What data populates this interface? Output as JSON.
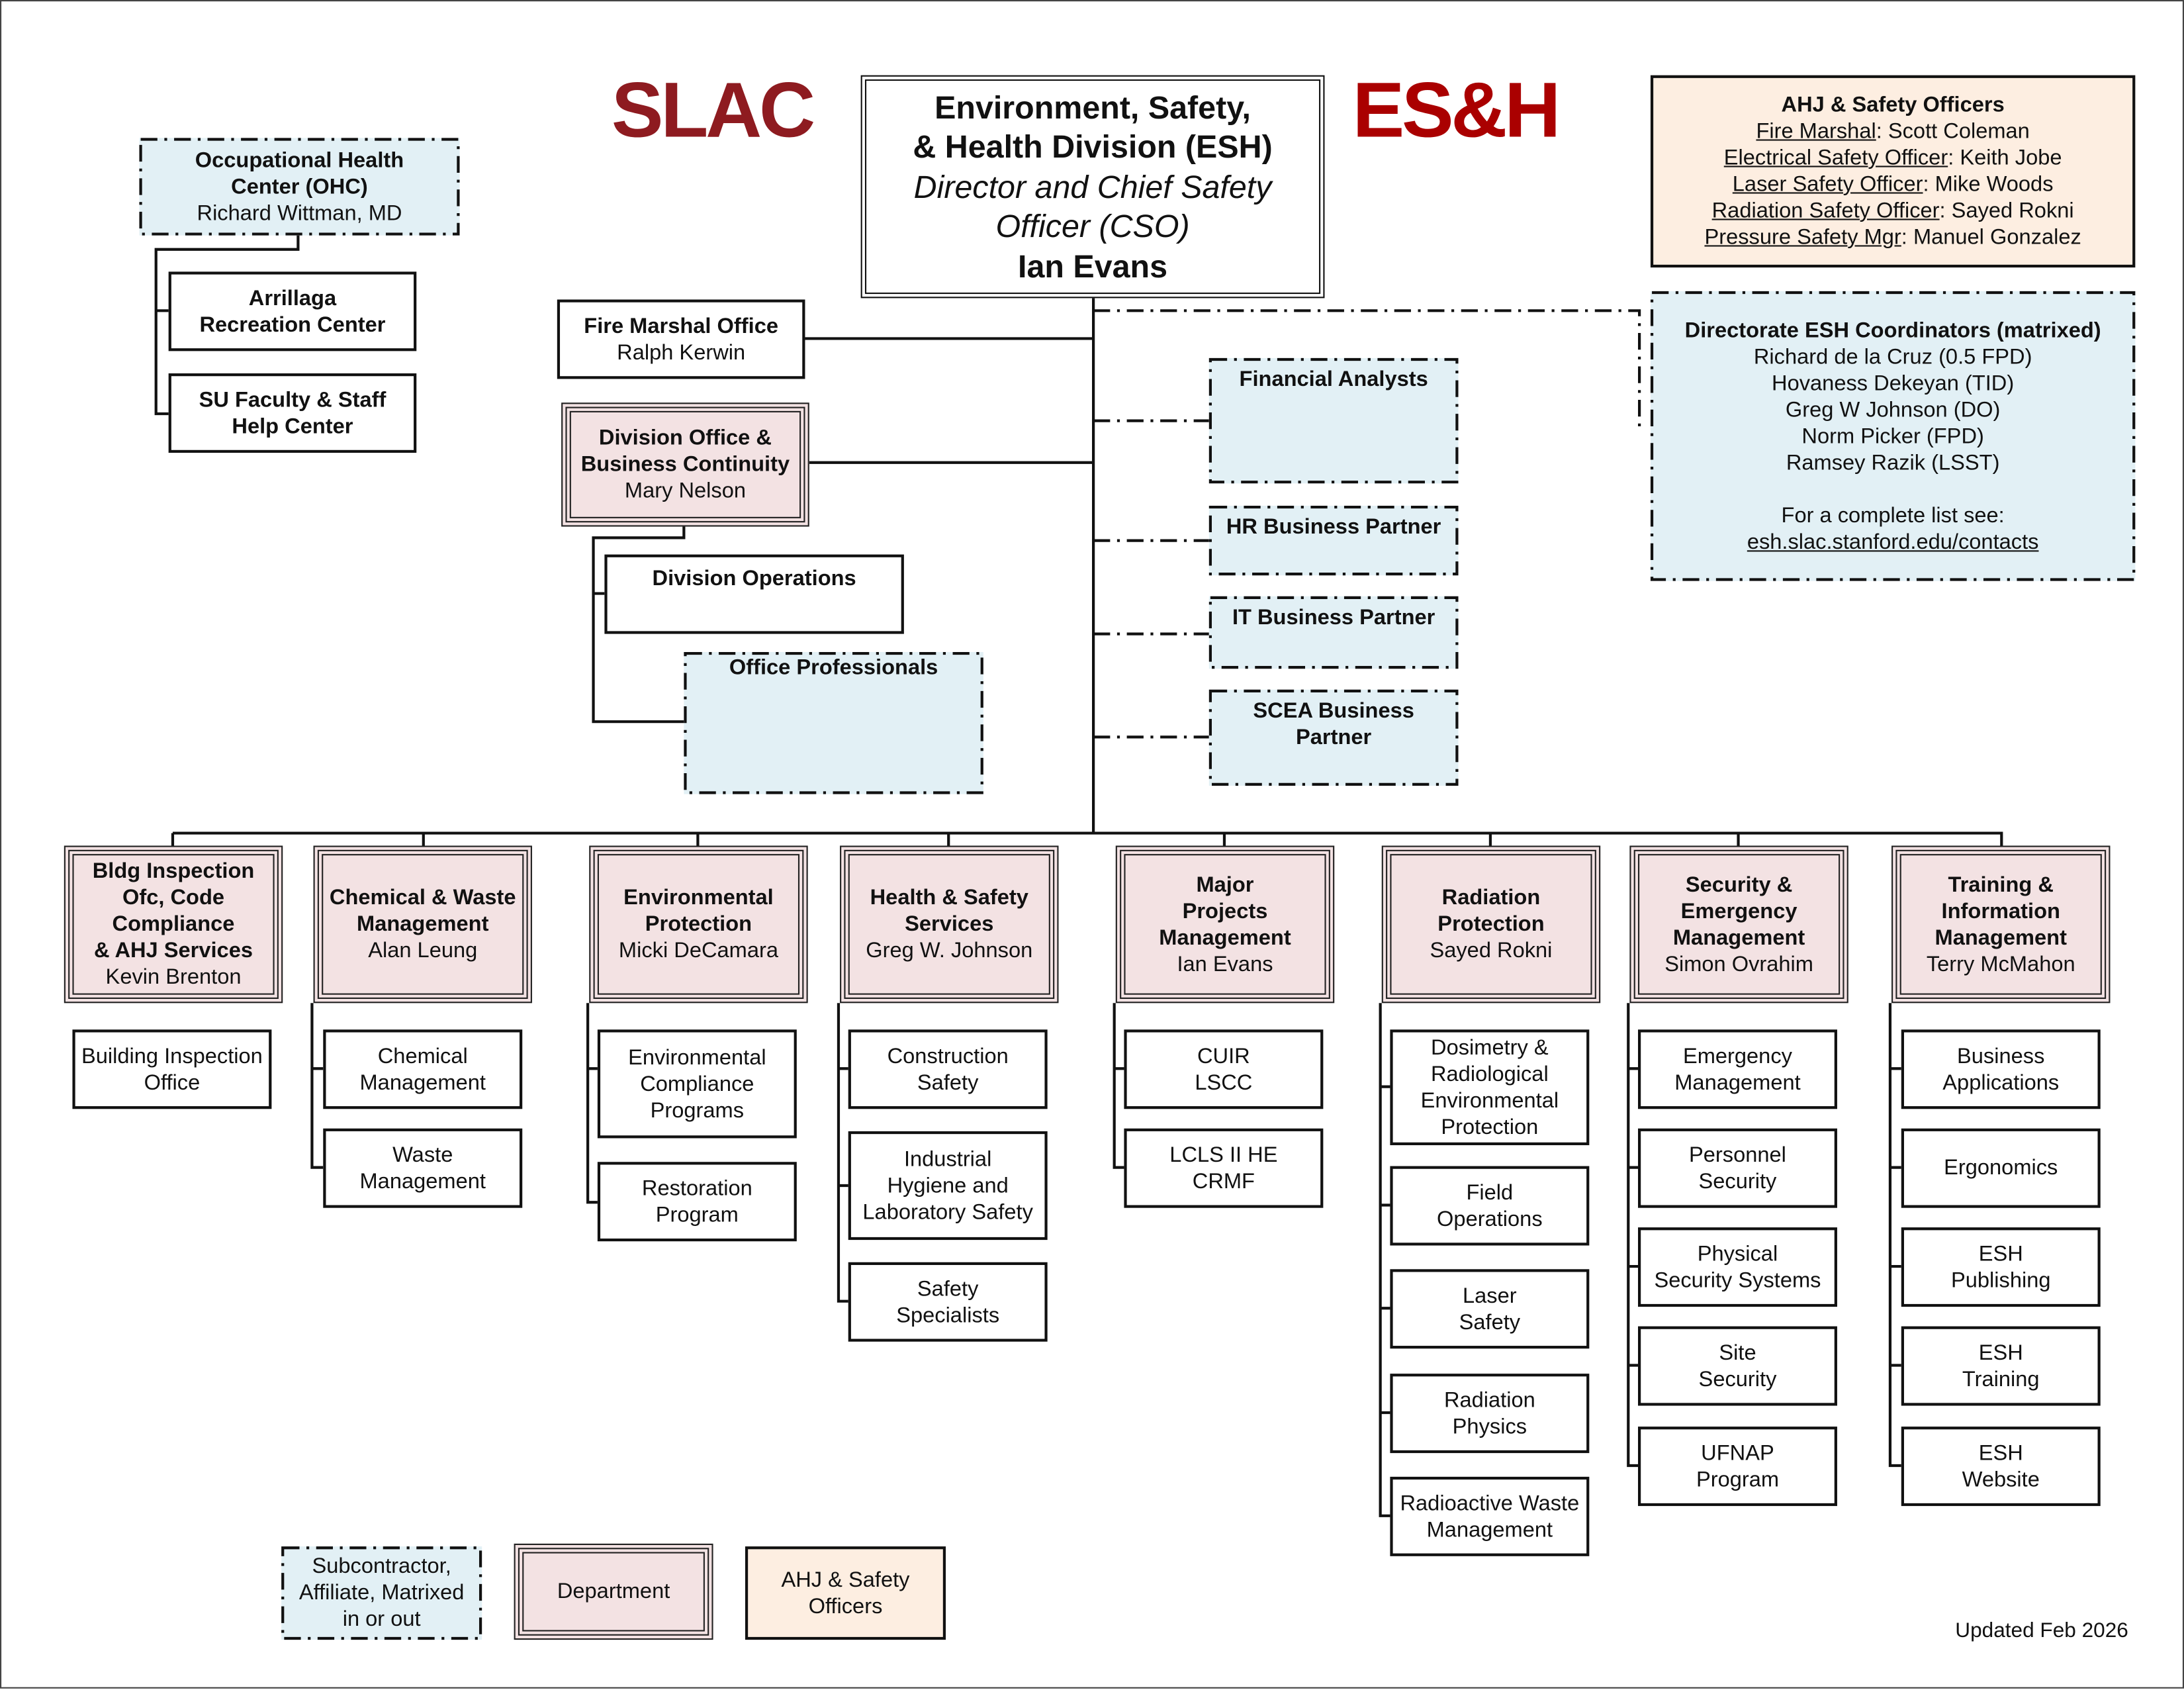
{
  "logos": {
    "slac": "SLAC",
    "esh": "ES&H"
  },
  "director": {
    "line1": "Environment, Safety,\n& Health Division (ESH)",
    "role": "Director and Chief Safety\nOfficer (CSO)",
    "name": "Ian Evans"
  },
  "ohc": {
    "title": "Occupational Health\nCenter (OHC)",
    "name": "Richard Wittman, MD"
  },
  "arrillaga": "Arrillaga\nRecreation Center",
  "su_faculty": "SU Faculty & Staff\nHelp Center",
  "fire_marshal_office": {
    "title": "Fire Marshal Office",
    "name": "Ralph Kerwin"
  },
  "division_office": {
    "title": "Division Office &\nBusiness Continuity",
    "name": "Mary Nelson"
  },
  "division_operations": "Division Operations",
  "office_professionals": "Office Professionals",
  "matrixed": {
    "financial": "Financial Analysts",
    "hr": "HR Business Partner",
    "it": "IT Business Partner",
    "scea": "SCEA Business\nPartner"
  },
  "ahj": {
    "title": "AHJ & Safety Officers",
    "rows": [
      {
        "role": "Fire Marshal",
        "name": ": Scott Coleman"
      },
      {
        "role": "Electrical Safety Officer",
        "name": ": Keith Jobe"
      },
      {
        "role": "Laser Safety Officer",
        "name": ": Mike Woods"
      },
      {
        "role": "Radiation Safety Officer",
        "name": ": Sayed Rokni"
      },
      {
        "role": "Pressure Safety Mgr",
        "name": ": Manuel Gonzalez"
      }
    ]
  },
  "coordinators": {
    "title": "Directorate ESH Coordinators (matrixed)",
    "names": "Richard de la Cruz (0.5 FPD)\nHovaness Dekeyan (TID)\nGreg W Johnson (DO)\nNorm Picker (FPD)\nRamsey Razik (LSST)",
    "note": "For a complete list see:",
    "link": "esh.slac.stanford.edu/contacts"
  },
  "departments": [
    {
      "title": "Bldg Inspection\nOfc, Code\nCompliance\n& AHJ Services",
      "name": "Kevin Brenton",
      "subs": [
        "Building Inspection\nOffice"
      ]
    },
    {
      "title": "Chemical & Waste\nManagement",
      "name": "Alan Leung",
      "subs": [
        "Chemical\nManagement",
        "Waste\nManagement"
      ]
    },
    {
      "title": "Environmental\nProtection",
      "name": "Micki DeCamara",
      "subs": [
        "Environmental\nCompliance\nPrograms",
        "Restoration\nProgram"
      ]
    },
    {
      "title": "Health & Safety\nServices",
      "name": "Greg W. Johnson",
      "subs": [
        "Construction\nSafety",
        "Industrial\nHygiene and\nLaboratory Safety",
        "Safety\nSpecialists"
      ]
    },
    {
      "title": "Major\nProjects\nManagement",
      "name": "Ian Evans",
      "subs": [
        "CUIR\nLSCC",
        "LCLS II HE\nCRMF"
      ]
    },
    {
      "title": "Radiation\nProtection",
      "name": "Sayed Rokni",
      "subs": [
        "Dosimetry &\nRadiological\nEnvironmental\nProtection",
        "Field\nOperations",
        "Laser\nSafety",
        "Radiation\nPhysics",
        "Radioactive Waste\nManagement"
      ]
    },
    {
      "title": "Security &\nEmergency\nManagement",
      "name": "Simon Ovrahim",
      "subs": [
        "Emergency\nManagement",
        "Personnel\nSecurity",
        "Physical\nSecurity Systems",
        "Site\nSecurity",
        "UFNAP\nProgram"
      ]
    },
    {
      "title": "Training &\nInformation\nManagement",
      "name": "Terry McMahon",
      "subs": [
        "Business\nApplications",
        "Ergonomics",
        "ESH\nPublishing",
        "ESH\nTraining",
        "ESH\nWebsite"
      ]
    }
  ],
  "legend": {
    "subcontractor": "Subcontractor,\nAffiliate, Matrixed\nin or out",
    "department": "Department",
    "ahj": "AHJ & Safety\nOfficers"
  },
  "updated": "Updated Feb 2026",
  "colors": {
    "department": "#f3e2e3",
    "matrixed": "#e2f0f5",
    "ahj": "#fdeee1",
    "logo": "#8e1b20"
  }
}
